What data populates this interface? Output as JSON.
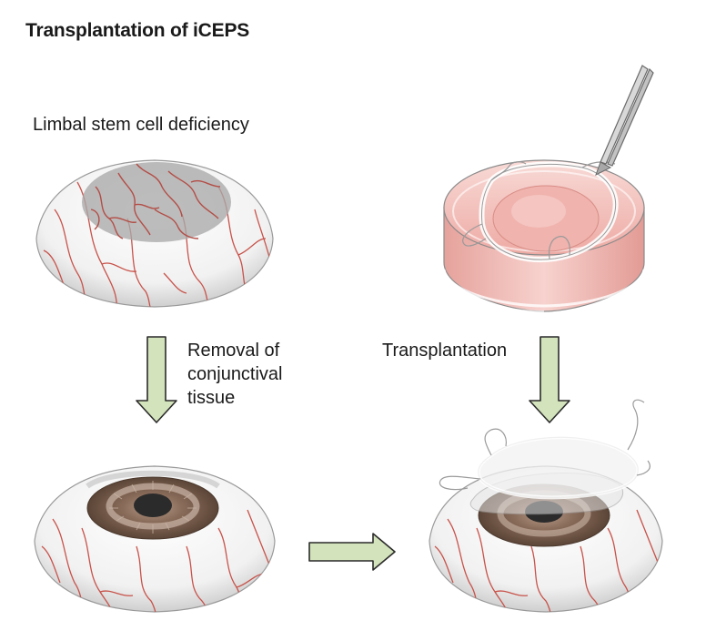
{
  "figure": {
    "title": "Transplantation of iCEPS"
  },
  "labels": {
    "deficiency": "Limbal stem cell deficiency",
    "removal_line1": "Removal of",
    "removal_line2": "conjunctival",
    "removal_line3": "tissue",
    "transplantation": "Transplantation"
  },
  "colors": {
    "vessel": "#c8524a",
    "opacity_haze": "#a9a9a9",
    "iris": "#6e5546",
    "pupil": "#2b2b2b",
    "arrow_fill": "#d3e3bb",
    "arrow_stroke": "#2b2b2b",
    "dish_medium": "#f2c2bd"
  }
}
